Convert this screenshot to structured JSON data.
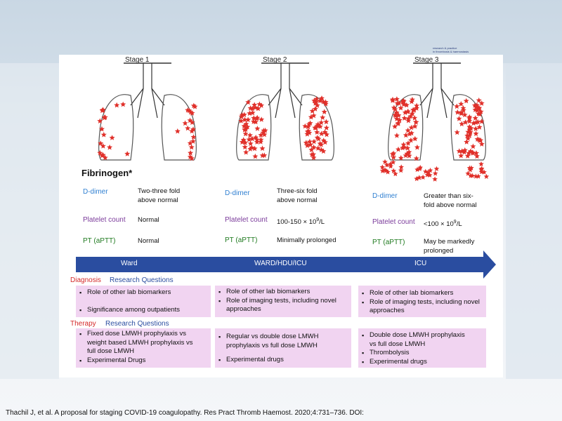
{
  "stages": [
    {
      "title": "Stage 1"
    },
    {
      "title": "Stage 2"
    },
    {
      "title": "Stage 3"
    }
  ],
  "fibrinogen_label": "Fibrinogen*",
  "labels": {
    "d_dimer": "D-dimer",
    "platelet": "Platelet count",
    "pt": "PT (aPTT)"
  },
  "values": {
    "stage1": {
      "d_dimer": [
        "Two-three fold",
        "above normal"
      ],
      "platelet": "Normal",
      "pt": "Normal"
    },
    "stage2": {
      "d_dimer": [
        "Three-six fold",
        "above normal"
      ],
      "platelet_pre": "100-150 × 10",
      "platelet_sup": "9",
      "platelet_post": "/L",
      "pt": "Minimally prolonged"
    },
    "stage3": {
      "d_dimer": [
        "Greater than six-",
        "fold above normal"
      ],
      "platelet_pre": "<100 × 10",
      "platelet_sup": "9",
      "platelet_post": "/L",
      "pt": [
        "May be markedly",
        "prolonged"
      ]
    }
  },
  "arrow": {
    "ward": "Ward",
    "hdu": "WARD/HDU/ICU",
    "icu": "ICU"
  },
  "diagnosis": {
    "title": "Diagnosis",
    "subtitle": "Research Questions",
    "col1": [
      "Role of other lab biomarkers",
      "Significance among outpatients"
    ],
    "col2": [
      "Role of other lab biomarkers",
      "Role of imaging tests, including novel approaches"
    ],
    "col3": [
      "Role of other lab biomarkers",
      "Role of imaging tests,  including novel approaches"
    ]
  },
  "therapy": {
    "title": "Therapy",
    "subtitle": "Research Questions",
    "col1": [
      "Fixed dose LMWH prophylaxis vs weight based LMWH prophylaxis vs full dose LMWH",
      "Experimental Drugs"
    ],
    "col2": [
      "Regular vs double dose LMWH prophylaxis vs full dose LMWH",
      "Experimental drugs"
    ],
    "col3": [
      "Double dose LMWH prophylaxis vs full dose LMWH",
      "Thrombolysis",
      "Experimental drugs"
    ]
  },
  "logo_text": [
    "research & practice",
    "in thrombosis & haemostasis"
  ],
  "citation": "Thachil J, et al. A proposal for staging COVID-19 coagulopathy. Res Pract Thromb Haemost. 2020;4:731–736. DOI:",
  "colors": {
    "arrow": "#2a4da0",
    "box": "#f1d4f1",
    "clot": "#e0302a",
    "diagnosis": "#d42a2a",
    "blue_label": "#2f7fd1",
    "purple_label": "#7a3a9a",
    "green_label": "#1f7a1f"
  }
}
